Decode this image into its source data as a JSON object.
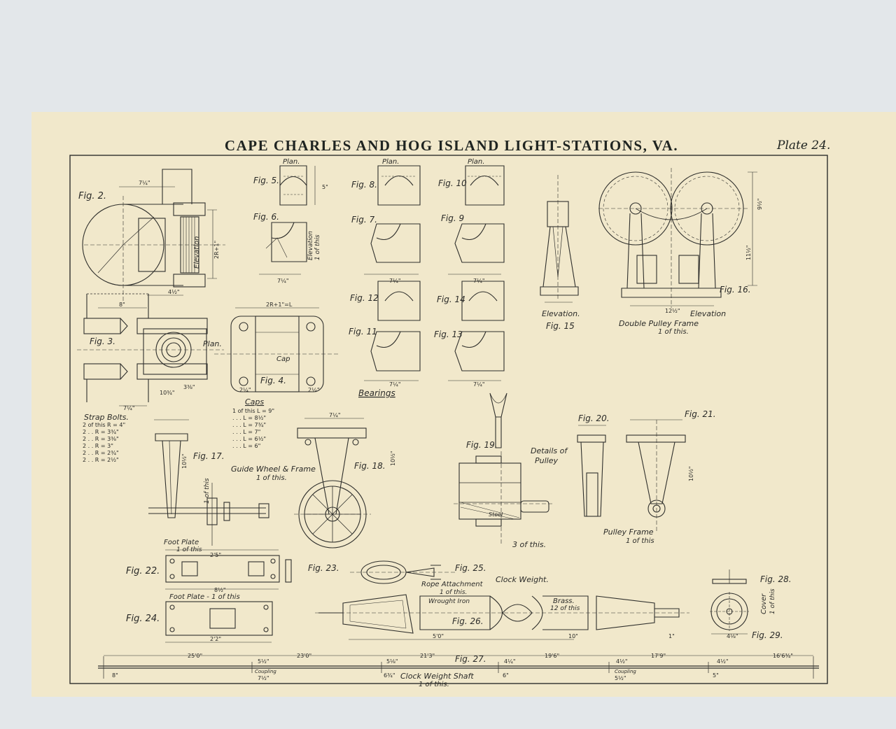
{
  "plate": {
    "title": "CAPE CHARLES AND HOG ISLAND LIGHT-STATIONS, VA.",
    "number": "Plate 24."
  },
  "figures": {
    "fig2": "Fig. 2.",
    "fig3": "Fig. 3.",
    "fig4": "Fig. 4.",
    "fig5": "Fig. 5.",
    "fig6": "Fig. 6.",
    "fig7": "Fig. 7.",
    "fig8": "Fig. 8.",
    "fig9": "Fig. 9",
    "fig10": "Fig. 10",
    "fig11": "Fig. 11",
    "fig12": "Fig. 12",
    "fig13": "Fig. 13",
    "fig14": "Fig. 14",
    "fig15": "Fig. 15",
    "fig16": "Fig. 16.",
    "fig17": "Fig. 17.",
    "fig18": "Fig. 18.",
    "fig19": "Fig. 19.",
    "fig20": "Fig. 20.",
    "fig21": "Fig. 21.",
    "fig22": "Fig. 22.",
    "fig23": "Fig. 23.",
    "fig24": "Fig. 24.",
    "fig25": "Fig. 25.",
    "fig26": "Fig. 26.",
    "fig27": "Fig. 27.",
    "fig28": "Fig. 28.",
    "fig29": "Fig. 29."
  },
  "labels": {
    "plan": "Plan.",
    "elevation": "Elevation",
    "of_this_1": "1 of this",
    "cap": "Cap",
    "bearings": "Bearings",
    "elevation_fig15": "Elevation.",
    "double_pulley_frame": "Double Pulley Frame",
    "double_pulley_qty": "1 of this.",
    "elevation_fig16": "Elevation",
    "guide_wheel": "Guide Wheel & Frame",
    "guide_wheel_qty": "1 of this.",
    "details_of_pulley_1": "Details of",
    "details_of_pulley_2": "Pulley",
    "three_of_this": "3 of this.",
    "pulley_frame": "Pulley Frame",
    "pulley_frame_qty": "1 of this",
    "foot_plate": "Foot Plate",
    "foot_plate_qty": "1 of this",
    "foot_plate_24": "Foot Plate - 1 of this",
    "rope_attachment": "Rope Attachment",
    "rope_attachment_qty": "1 of this.",
    "clock_weight": "Clock Weight.",
    "wrought_iron": "Wrought Iron",
    "brass": "Brass.",
    "brass_qty": "12 of this",
    "clock_weight_shaft": "Clock Weight Shaft",
    "clock_weight_shaft_qty": "1 of this.",
    "cover": "Cover",
    "cover_qty": "1 of this",
    "steel": "Steel"
  },
  "strap_bolts": {
    "title": "Strap Bolts.",
    "rows": [
      "2 of this R = 4\"",
      "2 . . R = 3¾\"",
      "2 . . R = 3⅜\"",
      "2 . . R = 3\"",
      "2 . . R = 2¾\"",
      "2 . . R = 2½\""
    ]
  },
  "caps": {
    "title": "Caps",
    "rows": [
      "1 of this L = 9\"",
      ". . . L = 8½\"",
      ". . . L = 7¾\"",
      ". . . L = 7\"",
      ". . . L = 6½\"",
      ". . . L = 6\""
    ]
  },
  "dimensions": {
    "d_7_25": "7¼\"",
    "d_4_5": "4½\"",
    "d_8": "8\"",
    "d_10_75": "10¾\"",
    "d_3_375": "3⅜\"",
    "d_2r1l": "2R+1\"=L",
    "d_2_25": "2¼\"",
    "d_5": "5\"",
    "d_12_5": "12½\"",
    "d_9_5": "9½\"",
    "d_11_5": "11½\"",
    "d_2r1": "2R+1\"",
    "d_10_5": "10½\"",
    "d_5_9": "5'0\"",
    "d_10": "10\"",
    "d_1": "1\"",
    "d_2_5": "2'5\"",
    "d_2_2": "2'2\"",
    "d_8_5": "8½\"",
    "d_4_125": "4⅛\""
  },
  "shaft_dims": [
    "25'0\"",
    "23'0\"",
    "21'3\"",
    "19'6\"",
    "17'9\"",
    "16'6¾\""
  ],
  "shaft_sub": [
    "5½\"",
    "5⅛\"",
    "4¼\"",
    "4½\"",
    "4½\""
  ],
  "shaft_bottom": [
    "8\"",
    "7½\"",
    "6¾\"",
    "6\"",
    "5½\"",
    "5\""
  ],
  "coupling": "Coupling"
}
